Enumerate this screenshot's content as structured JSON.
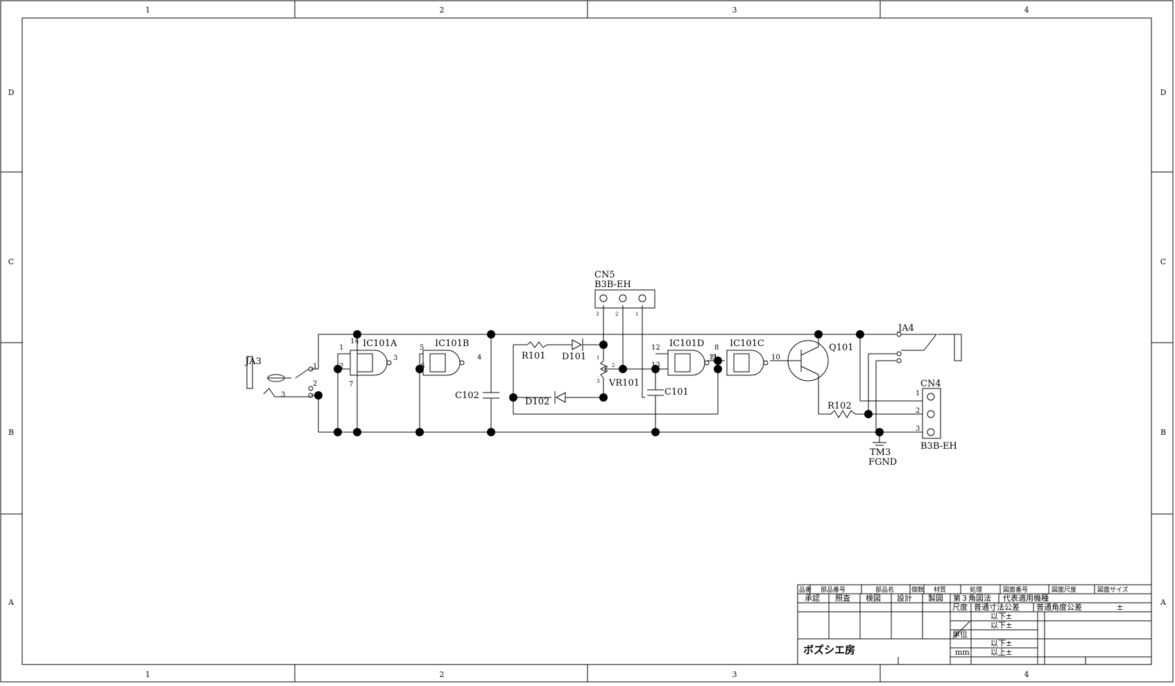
{
  "zones": {
    "columns": [
      "1",
      "2",
      "3",
      "4"
    ],
    "rows": [
      "D",
      "C",
      "B",
      "A"
    ]
  },
  "components": {
    "ja3": "JA3",
    "cn5_name": "CN5",
    "cn5_part": "B3B-EH",
    "ic101a": "IC101A",
    "ic101b": "IC101B",
    "ic101c": "IC101C",
    "ic101d": "IC101D",
    "r101": "R101",
    "d101": "D101",
    "d102": "D102",
    "vr101": "VR101",
    "c101": "C101",
    "c102": "C102",
    "q101": "Q101",
    "r102": "R102",
    "ja4": "JA4",
    "cn4_name": "CN4",
    "cn4_part": "B3B-EH",
    "tm3": "TM3",
    "fgnd": "FGND"
  },
  "pins": {
    "ja3_1": "1",
    "ja3_2": "2",
    "ja3_3": "3",
    "a_in1": "1",
    "a_in2": "2",
    "a_out": "3",
    "a_vdd": "14",
    "a_gnd": "7",
    "b_in1": "5",
    "b_in2": "6",
    "b_out": "4",
    "d_in1": "12",
    "d_in2": "13",
    "d_out": "11",
    "c_in1": "8",
    "c_in2": "9",
    "c_out": "10",
    "cn5_1": "3",
    "cn5_2": "2",
    "cn5_3": "1",
    "vr_1": "1",
    "vr_2": "2",
    "vr_3": "3",
    "cn4_1": "1",
    "cn4_2": "2",
    "cn4_3": "3"
  },
  "title_block": {
    "header_row": [
      "品番",
      "部品番号",
      "部品名",
      "個数",
      "材質",
      "処理",
      "図面番号",
      "図面尺度",
      "図面サイズ"
    ],
    "role_row": [
      "承認",
      "照査",
      "検図",
      "設計",
      "製図",
      "第３角図法",
      "代表適用機種"
    ],
    "tolerance": {
      "scale_label": "尺度",
      "dim_tol": "普通寸法公差",
      "angle_tol": "普通角度公差",
      "pm": "±",
      "unit_label": "単位",
      "unit": "mm",
      "rows": [
        "以下±",
        "以下±",
        "以下±",
        "以上±"
      ]
    },
    "company": "ボズシエ房"
  }
}
